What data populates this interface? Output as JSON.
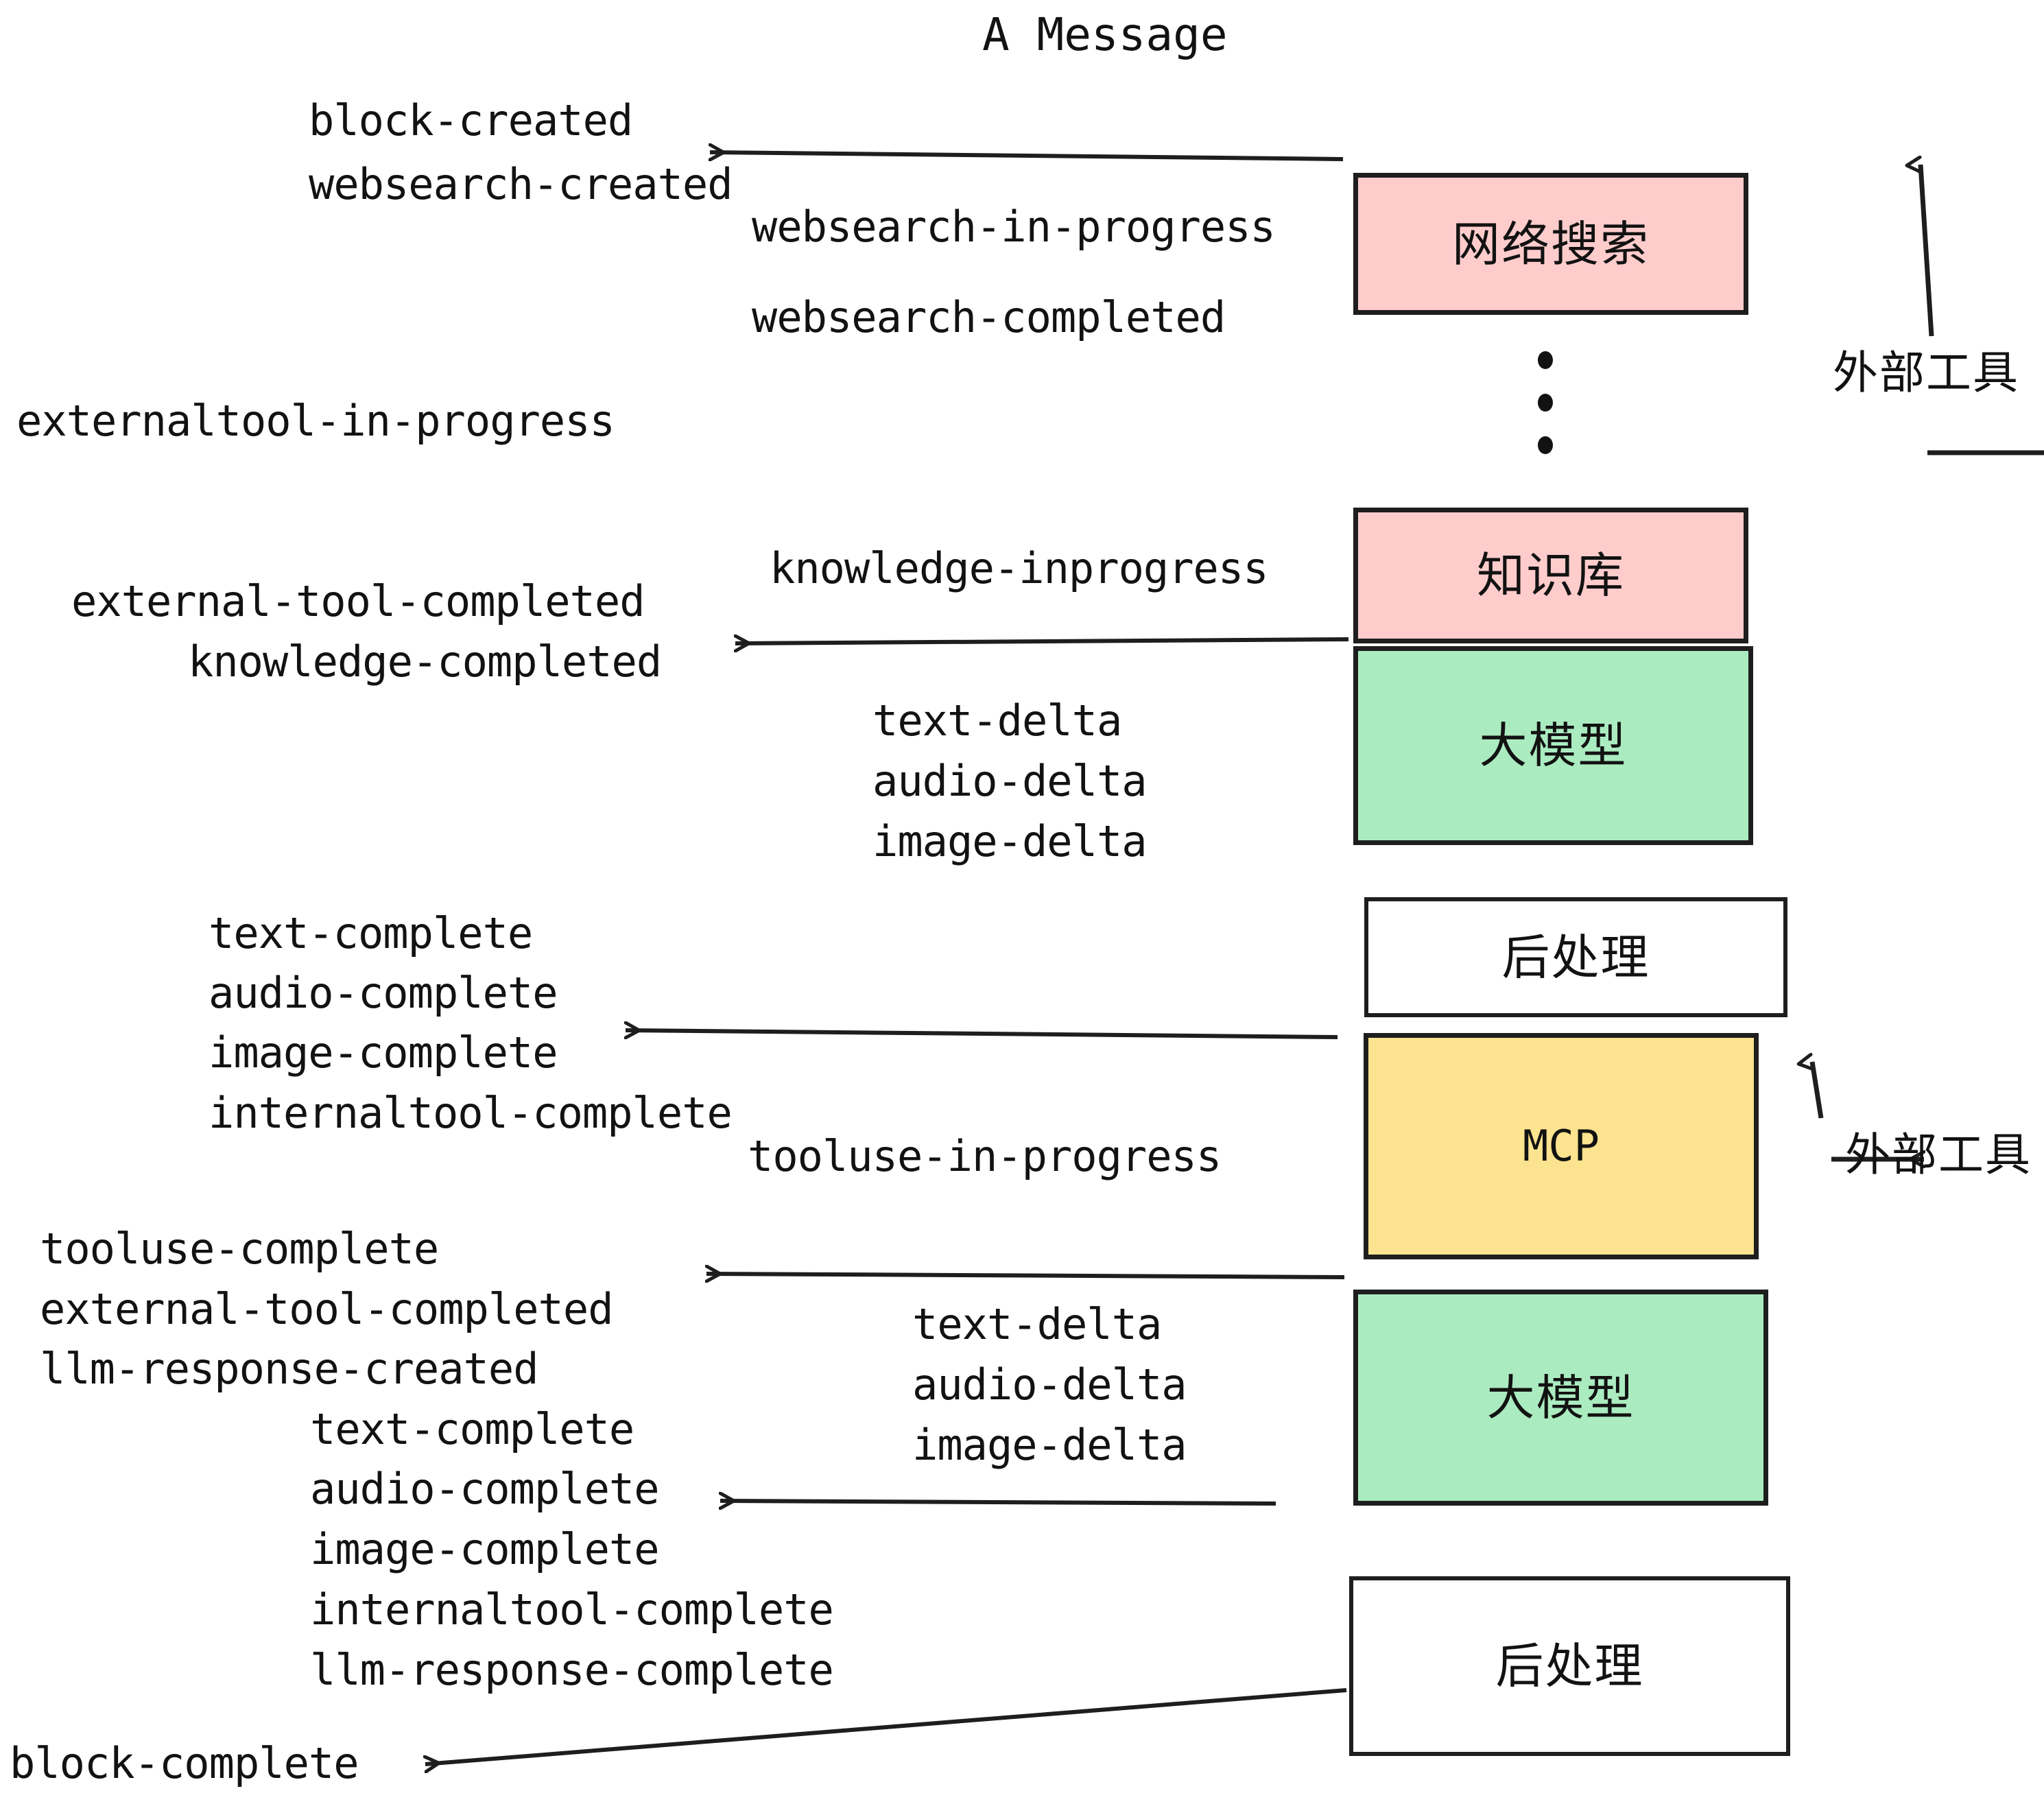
{
  "title": "A Message",
  "boxes": [
    {
      "id": "websearch",
      "label": "网络搜索",
      "color": "#ffcccc"
    },
    {
      "id": "knowledge",
      "label": "知识库",
      "color": "#ffcccc"
    },
    {
      "id": "llm-1",
      "label": "大模型",
      "color": "#abebc0"
    },
    {
      "id": "postprocess-1",
      "label": "后处理",
      "color": "#ffffff"
    },
    {
      "id": "mcp",
      "label": "MCP",
      "color": "#fce38f"
    },
    {
      "id": "llm-2",
      "label": "大模型",
      "color": "#abebc0"
    },
    {
      "id": "postprocess-2",
      "label": "后处理",
      "color": "#ffffff"
    }
  ],
  "side_labels": [
    {
      "id": "external-tools-top",
      "text": "外部工具"
    },
    {
      "id": "external-tools-bottom",
      "text": "外部工具"
    }
  ],
  "events": [
    {
      "id": "block-created",
      "text": "block-created"
    },
    {
      "id": "websearch-created",
      "text": "websearch-created"
    },
    {
      "id": "websearch-in-progress",
      "text": "websearch-in-progress"
    },
    {
      "id": "websearch-completed",
      "text": "websearch-completed"
    },
    {
      "id": "externaltool-in-progress",
      "text": "externaltool-in-progress"
    },
    {
      "id": "knowledge-inprogress",
      "text": "knowledge-inprogress"
    },
    {
      "id": "external-tool-completed-1",
      "text": "external-tool-completed"
    },
    {
      "id": "knowledge-completed",
      "text": "knowledge-completed"
    },
    {
      "id": "text-delta-1",
      "text": "text-delta"
    },
    {
      "id": "audio-delta-1",
      "text": "audio-delta"
    },
    {
      "id": "image-delta-1",
      "text": "image-delta"
    },
    {
      "id": "text-complete-1",
      "text": "text-complete"
    },
    {
      "id": "audio-complete-1",
      "text": "audio-complete"
    },
    {
      "id": "image-complete-1",
      "text": "image-complete"
    },
    {
      "id": "internaltool-complete-1",
      "text": "internaltool-complete"
    },
    {
      "id": "tooluse-in-progress",
      "text": "tooluse-in-progress"
    },
    {
      "id": "tooluse-complete",
      "text": "tooluse-complete"
    },
    {
      "id": "external-tool-completed-2",
      "text": "external-tool-completed"
    },
    {
      "id": "llm-response-created",
      "text": "llm-response-created"
    },
    {
      "id": "text-delta-2",
      "text": "text-delta"
    },
    {
      "id": "audio-delta-2",
      "text": "audio-delta"
    },
    {
      "id": "image-delta-2",
      "text": "image-delta"
    },
    {
      "id": "text-complete-2",
      "text": "text-complete"
    },
    {
      "id": "audio-complete-2",
      "text": "audio-complete"
    },
    {
      "id": "image-complete-2",
      "text": "image-complete"
    },
    {
      "id": "internaltool-complete-2",
      "text": "internaltool-complete"
    },
    {
      "id": "llm-response-complete",
      "text": "llm-response-complete"
    },
    {
      "id": "block-complete",
      "text": "block-complete"
    }
  ],
  "colors": {
    "pink": "#ffcccc",
    "green": "#abebc0",
    "yellow": "#fce38f",
    "white": "#ffffff",
    "stroke": "#1e1e1e",
    "text": "#121212",
    "background": "#ffffff"
  }
}
